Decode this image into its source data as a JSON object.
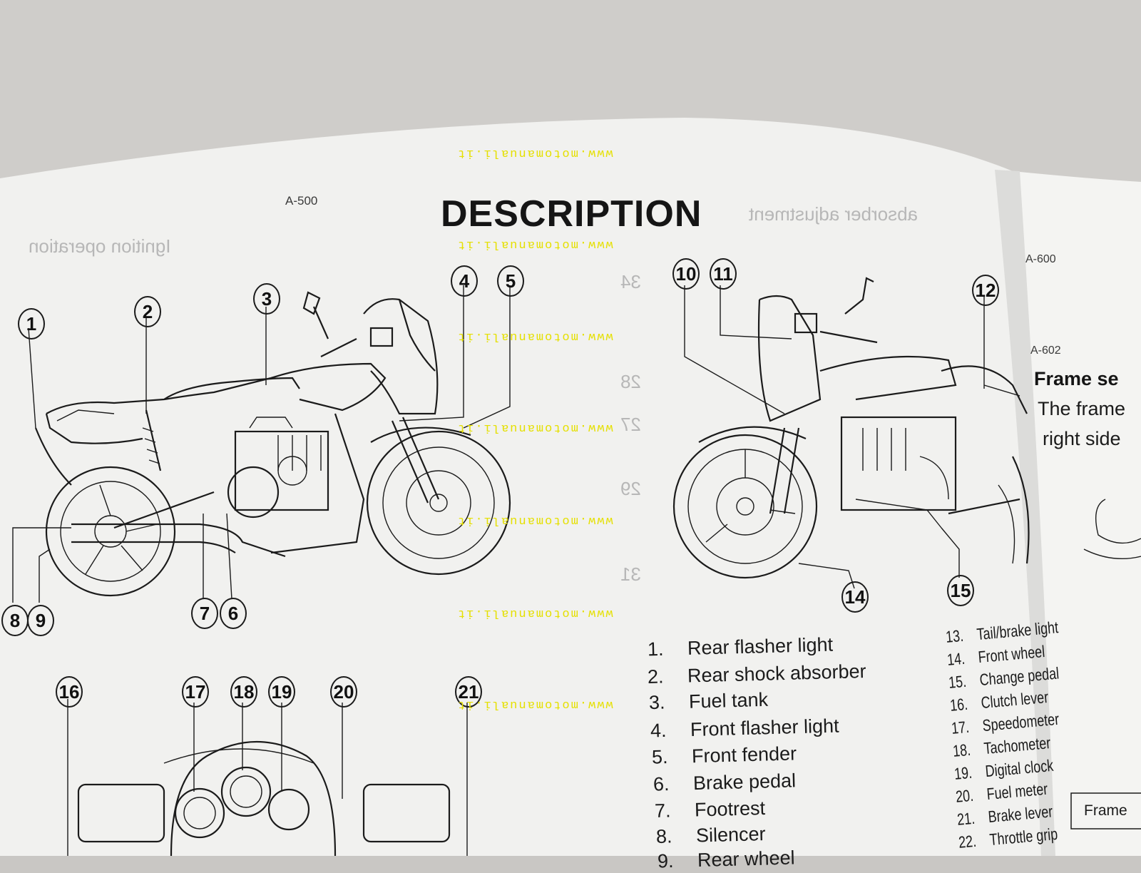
{
  "left_page": {
    "code_top": "A-500",
    "title": "DESCRIPTION",
    "callouts_side_left": [
      "1",
      "2",
      "3",
      "4",
      "5",
      "6",
      "7",
      "8",
      "9"
    ],
    "callouts_side_right": [
      "10",
      "11",
      "12",
      "14",
      "15"
    ],
    "callouts_bottom": [
      "16",
      "17",
      "18",
      "19",
      "20",
      "21"
    ],
    "legend_col1": [
      {
        "n": "1.",
        "label": "Rear flasher light"
      },
      {
        "n": "2.",
        "label": "Rear shock absorber"
      },
      {
        "n": "3.",
        "label": "Fuel tank"
      },
      {
        "n": "4.",
        "label": "Front flasher light"
      },
      {
        "n": "5.",
        "label": "Front fender"
      },
      {
        "n": "6.",
        "label": "Brake pedal"
      },
      {
        "n": "7.",
        "label": "Footrest"
      },
      {
        "n": "8.",
        "label": "Silencer"
      },
      {
        "n": "9.",
        "label": "Rear wheel"
      }
    ],
    "legend_col2": [
      {
        "n": "13.",
        "label": "Tail/brake light"
      },
      {
        "n": "14.",
        "label": "Front wheel"
      },
      {
        "n": "15.",
        "label": "Change pedal"
      },
      {
        "n": "16.",
        "label": "Clutch lever"
      },
      {
        "n": "17.",
        "label": "Speedometer"
      },
      {
        "n": "18.",
        "label": "Tachometer"
      },
      {
        "n": "19.",
        "label": "Digital clock"
      },
      {
        "n": "20.",
        "label": "Fuel meter"
      },
      {
        "n": "21.",
        "label": "Brake lever"
      },
      {
        "n": "22.",
        "label": "Throttle grip"
      }
    ]
  },
  "watermark": "www.motomanuali.it",
  "right_page": {
    "code_a600": "A-600",
    "code_a602": "A-602",
    "heading": "Frame se",
    "body_line1": "The frame",
    "body_line2": "right side",
    "footer_label": "Frame"
  },
  "colors": {
    "paper": "#f3f3f1",
    "ink": "#1b1b1b",
    "watermark": "#e5e000",
    "background": "#c9c7c4"
  }
}
